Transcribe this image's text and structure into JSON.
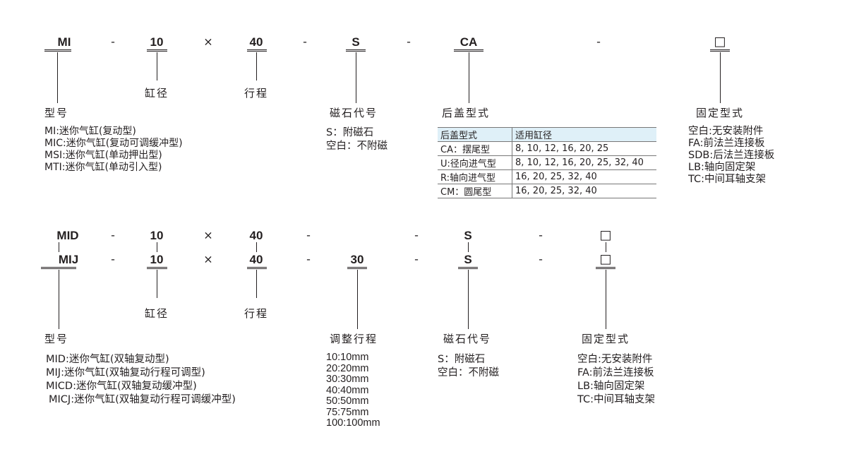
{
  "row1": {
    "codes": {
      "model": "MI",
      "bore": "10",
      "times": "×",
      "stroke": "40",
      "magnet": "S",
      "cap": "CA",
      "mount": "□",
      "dash": "-"
    },
    "labels": {
      "model": "型号",
      "bore": "缸径",
      "stroke": "行程",
      "magnet": "磁石代号",
      "cap": "后盖型式",
      "mount": "固定型式"
    },
    "model_options": [
      "MI:迷你气缸(复动型)",
      "MIC:迷你气缸(复动可调缓冲型)",
      "MSI:迷你气缸(单动押出型)",
      "MTI:迷你气缸(单动引入型)"
    ],
    "magnet_options": [
      "S：附磁石",
      "空白：不附磁"
    ],
    "cap_table": {
      "headers": [
        "后盖型式",
        "适用缸径"
      ],
      "rows": [
        [
          "CA：摆尾型",
          "8, 10, 12, 16, 20, 25"
        ],
        [
          "U:径向进气型",
          "8, 10, 12, 16, 20, 25, 32, 40"
        ],
        [
          "R:轴向进气型",
          "16, 20, 25, 32, 40"
        ],
        [
          "CM：圆尾型",
          "16, 20, 25, 32, 40"
        ]
      ]
    },
    "mount_options": [
      "空白:无安装附件",
      "FA:前法兰连接板",
      "SDB:后法兰连接板",
      "LB:轴向固定架",
      "TC:中间耳轴支架"
    ]
  },
  "row2": {
    "codes": {
      "model_a": "MID",
      "model_b": "MIJ",
      "bore": "10",
      "times": "×",
      "stroke": "40",
      "adjust": "30",
      "magnet": "S",
      "mount": "□",
      "dash": "-"
    },
    "labels": {
      "model": "型号",
      "bore": "缸径",
      "stroke": "行程",
      "adjust": "调整行程",
      "magnet": "磁石代号",
      "mount": "固定型式"
    },
    "model_options": [
      "MID:迷你气缸(双轴复动型)",
      "MIJ:迷你气缸(双轴复动行程可调型)",
      "MICD:迷你气缸(双轴复动缓冲型)",
      "MICJ:迷你气缸(双轴复动行程可调缓冲型)"
    ],
    "adjust_options": [
      "10:10mm",
      "20:20mm",
      "30:30mm",
      "40:40mm",
      "50:50mm",
      "75:75mm",
      "100:100mm"
    ],
    "magnet_options": [
      "S：附磁石",
      "空白：不附磁"
    ],
    "mount_options": [
      "空白:无安装附件",
      "FA:前法兰连接板",
      "LB:轴向固定架",
      "TC:中间耳轴支架"
    ]
  }
}
